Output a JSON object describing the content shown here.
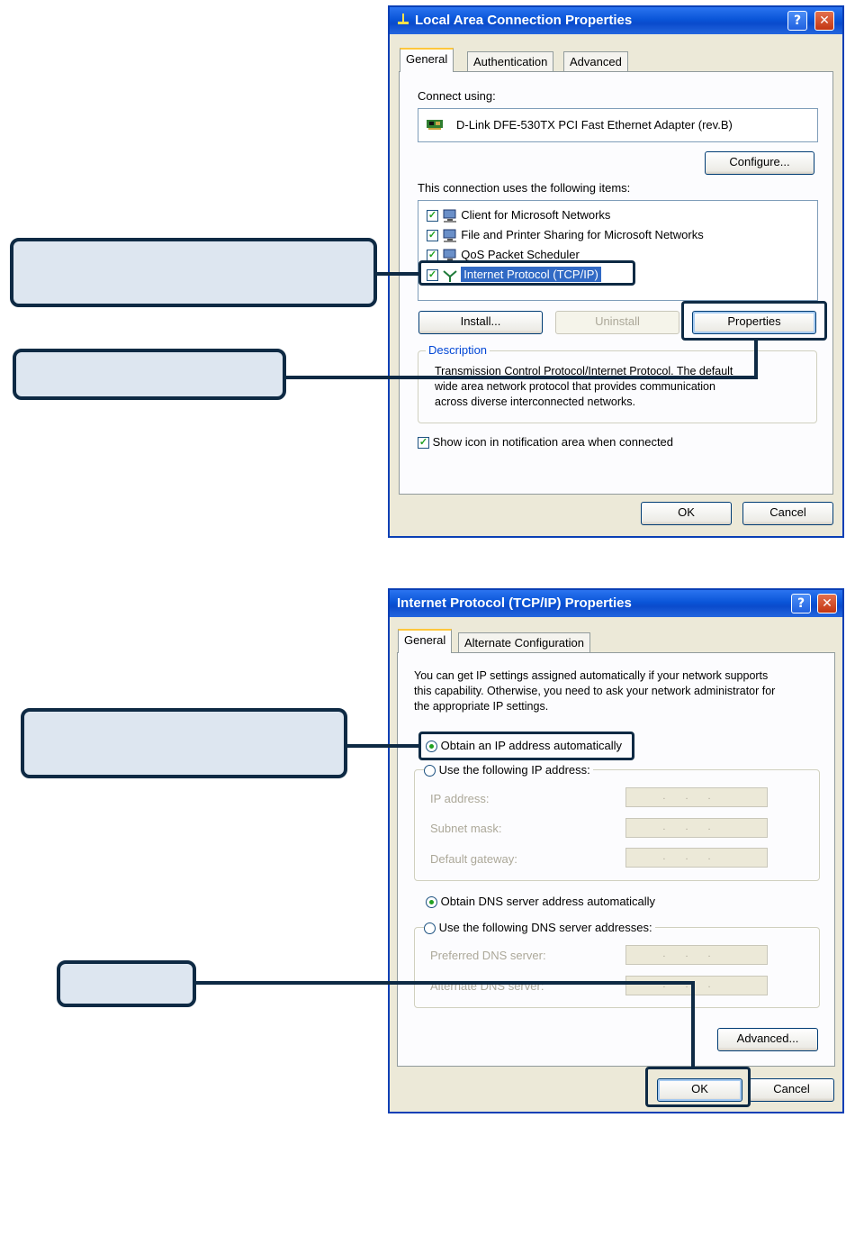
{
  "dialog1": {
    "title": "Local Area Connection Properties",
    "help": "?",
    "close": "✕",
    "tabs": [
      "General",
      "Authentication",
      "Advanced"
    ],
    "connect_using_label": "Connect using:",
    "adapter": "D-Link DFE-530TX PCI Fast Ethernet Adapter (rev.B)",
    "configure": "Configure...",
    "items_label": "This connection uses the following items:",
    "items": [
      {
        "label": "Client for Microsoft Networks",
        "checked": true
      },
      {
        "label": "File and Printer Sharing for Microsoft Networks",
        "checked": true
      },
      {
        "label": "QoS Packet Scheduler",
        "checked": true
      },
      {
        "label": "Internet Protocol (TCP/IP)",
        "checked": true,
        "selected": true
      }
    ],
    "install": "Install...",
    "uninstall": "Uninstall",
    "properties": "Properties",
    "description_title": "Description",
    "description_lines": [
      "Transmission Control Protocol/Internet Protocol. The default",
      "wide area network protocol that provides communication",
      "across diverse interconnected networks."
    ],
    "show_icon": "Show icon in notification area when connected",
    "ok": "OK",
    "cancel": "Cancel"
  },
  "dialog2": {
    "title": "Internet Protocol (TCP/IP) Properties",
    "help": "?",
    "close": "✕",
    "tabs": [
      "General",
      "Alternate Configuration"
    ],
    "intro_lines": [
      "You can get IP settings assigned automatically if your network supports",
      "this capability. Otherwise, you need to ask your network administrator for",
      "the appropriate IP settings."
    ],
    "obtain_ip": "Obtain an IP address automatically",
    "use_ip": "Use the following IP address:",
    "ip_address": "IP address:",
    "subnet_mask": "Subnet mask:",
    "default_gateway": "Default gateway:",
    "obtain_dns": "Obtain DNS server address automatically",
    "use_dns": "Use the following DNS server addresses:",
    "preferred_dns": "Preferred DNS server:",
    "alternate_dns": "Alternate DNS server:",
    "ip_dots": "...",
    "advanced": "Advanced...",
    "ok": "OK",
    "cancel": "Cancel"
  }
}
